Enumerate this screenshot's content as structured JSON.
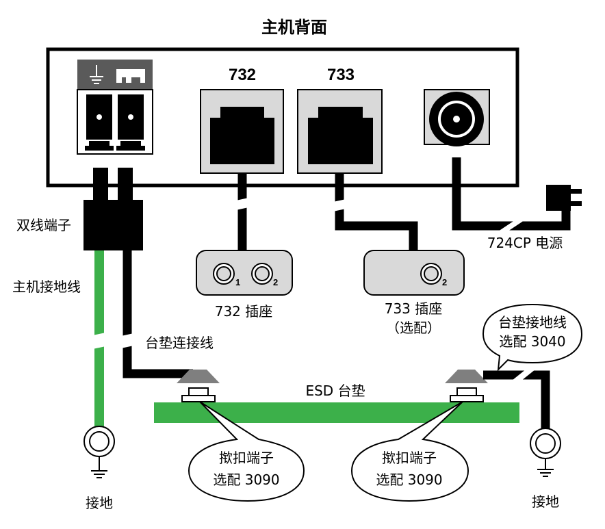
{
  "title": "主机背面",
  "ports": {
    "p732": "732",
    "p733": "733"
  },
  "labels": {
    "dual_terminal": "双线端子",
    "host_ground_wire": "主机接地线",
    "mat_connect_wire": "台垫连接线",
    "socket_732": "732 插座",
    "socket_733": "733 插座",
    "socket_733_optional": "（选配）",
    "power_724cp": "724CP 电源",
    "esd_mat": "ESD 台垫",
    "ground_left": "接地",
    "ground_right": "接地"
  },
  "socket_jacks": {
    "s732_jack1": "1",
    "s732_jack2": "2",
    "s733_jack2": "2"
  },
  "callouts": {
    "mat_ground_line1": "台垫接地线",
    "mat_ground_line2": "选配 3040",
    "snap_left_line1": "揿扣端子",
    "snap_left_line2": "选配 3090",
    "snap_right_line1": "揿扣端子",
    "snap_right_line2": "选配 3090"
  },
  "colors": {
    "wire_black": "#000000",
    "wire_green": "#3cb04a",
    "mat_green": "#3cb04a",
    "panel_gray": "#d9d9d9",
    "header_gray": "#5a5a5a"
  }
}
